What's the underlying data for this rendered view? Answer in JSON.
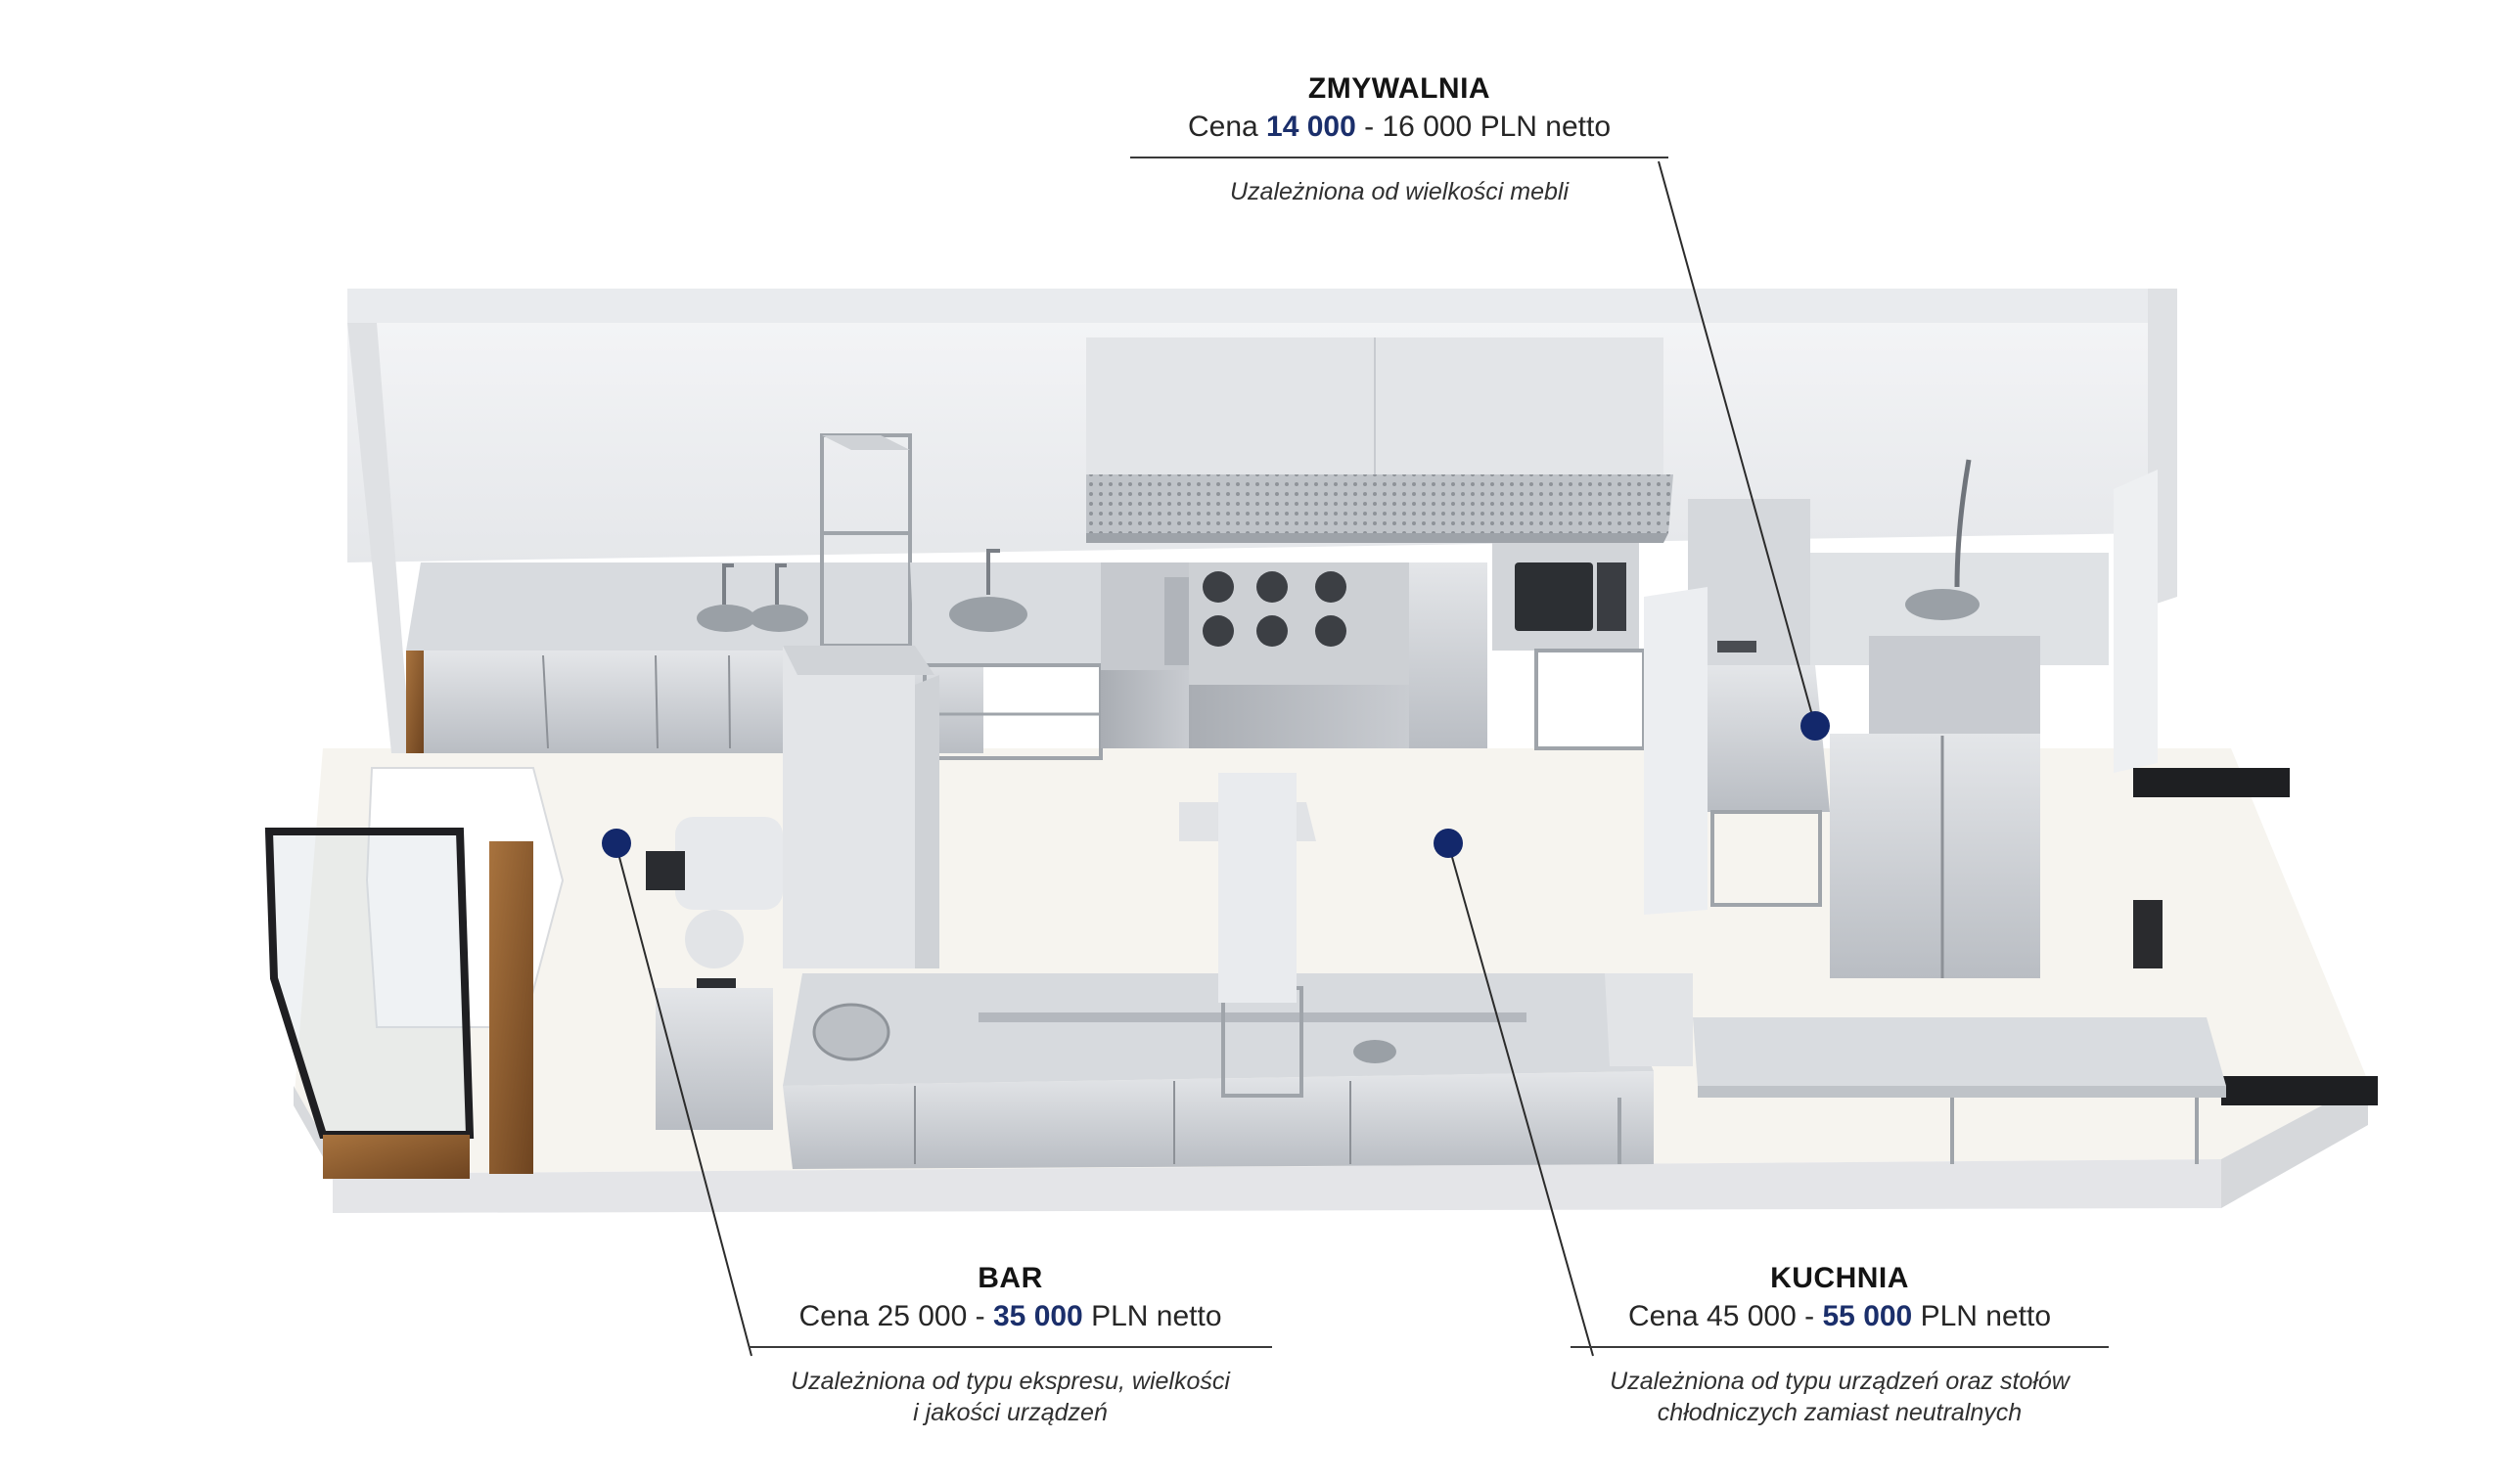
{
  "callouts": {
    "zmywalnia": {
      "title": "ZMYWALNIA",
      "price_prefix": "Cena ",
      "price_low": "14 000",
      "price_mid": " - ",
      "price_high": "16 000",
      "price_suffix": " PLN netto",
      "note": "Uzależniona od wielkości mebli"
    },
    "bar": {
      "title": "BAR",
      "price_prefix": "Cena ",
      "price_low": "25 000",
      "price_mid": " - ",
      "price_high": "35 000",
      "price_suffix": " PLN netto",
      "note_line1": "Uzależniona od typu ekspresu, wielkości",
      "note_line2": "i jakości urządzeń"
    },
    "kuchnia": {
      "title": "KUCHNIA",
      "price_prefix": "Cena ",
      "price_low": "45 000",
      "price_mid": " - ",
      "price_high": "55 000",
      "price_suffix": " PLN netto",
      "note_line1": "Uzależniona od typu urządzeń oraz stołów",
      "note_line2": "chłodniczych zamiast neutralnych"
    }
  },
  "colors": {
    "accent": "#1b2f6b",
    "marker": "#13286b",
    "steel": "#c9ccd1",
    "wall": "#eceef1",
    "floor": "#f7f5f1",
    "wood": "#8a5a2c"
  },
  "icons": {
    "oven_brand": "mychef"
  }
}
